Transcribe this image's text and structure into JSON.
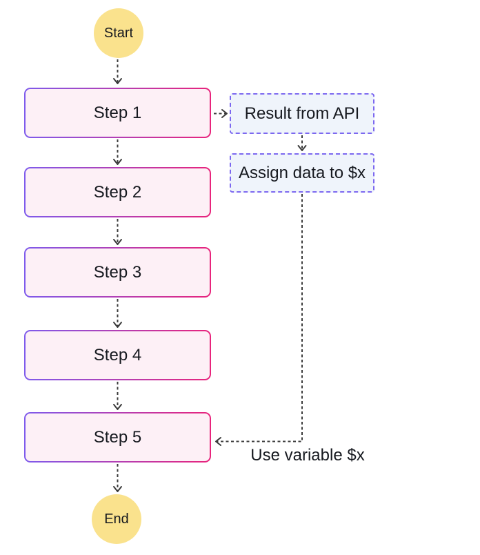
{
  "diagram": {
    "start_label": "Start",
    "end_label": "End",
    "steps": [
      {
        "label": "Step 1"
      },
      {
        "label": "Step 2"
      },
      {
        "label": "Step 3"
      },
      {
        "label": "Step 4"
      },
      {
        "label": "Step 5"
      }
    ],
    "side_nodes": [
      {
        "label": "Result from API"
      },
      {
        "label": "Assign data to $x"
      }
    ],
    "annotation_label": "Use variable $x",
    "icons": {
      "arrowhead": "open-chevron",
      "line_style": "dashed"
    }
  },
  "colors": {
    "canvas_bg": "#ffffff",
    "terminal_fill": "#fae28d",
    "step_fill": "#fdf0f6",
    "step_border_left": "#7e5bec",
    "step_border_right": "#e8247c",
    "side_fill": "#eff4fb",
    "side_border": "#7c68f0",
    "arrow": "#3b3b3b",
    "text": "#16191f"
  }
}
